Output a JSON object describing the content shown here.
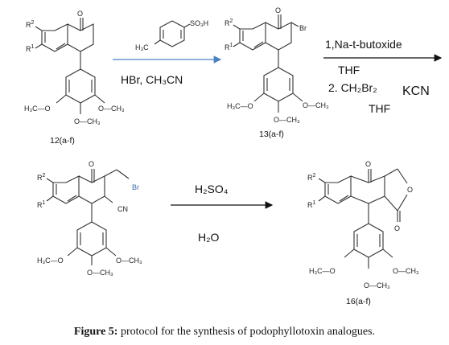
{
  "compounds": {
    "c12": {
      "label": "12(a-f)",
      "r1": "R",
      "r1_sup": "1",
      "r2": "R",
      "r2_sup": "2",
      "o": "O",
      "ome_left": "H₃C—O",
      "ome_right": "O—CH₃",
      "ome_bottom": "O—CH₃"
    },
    "c13": {
      "label": "13(a-f)",
      "r1": "R",
      "r1_sup": "1",
      "r2": "R",
      "r2_sup": "2",
      "o": "O",
      "br": "Br",
      "ome_left": "H₃C—O",
      "ome_right": "O—CH₃",
      "ome_bottom": "O—CH₃"
    },
    "c14": {
      "r1": "R",
      "r1_sup": "1",
      "r2": "R",
      "r2_sup": "2",
      "o": "O",
      "br": "Br",
      "cn": "CN",
      "ome_left": "H₃C—O",
      "ome_right": "O—CH₃",
      "ome_bottom": "O—CH₃"
    },
    "c16": {
      "label": "16(a-f)",
      "r1": "R",
      "r1_sup": "1",
      "r2": "R",
      "r2_sup": "2",
      "o_top": "O",
      "o_ring": "O",
      "o_lac": "O",
      "ome_left": "H₃C—O",
      "ome_right": "O—CH₃",
      "ome_bottom": "O—CH₃"
    }
  },
  "reagents": {
    "step1_so3h": "SO₃H",
    "step1_h3c": "H₃C",
    "step1_conditions": "HBr, CH₃CN",
    "step2_line1": "1,Na-t-butoxide",
    "step2_thf": "THF",
    "step2_line2": "2. CH₂Br₂",
    "step2_kcn": "KCN",
    "step2_thf2": "THF",
    "step3_acid": "H₂SO₄",
    "step3_water": "H₂O"
  },
  "caption": {
    "prefix": "Figure 5:",
    "text": " protocol for the synthesis of podophyllotoxin analogues."
  }
}
